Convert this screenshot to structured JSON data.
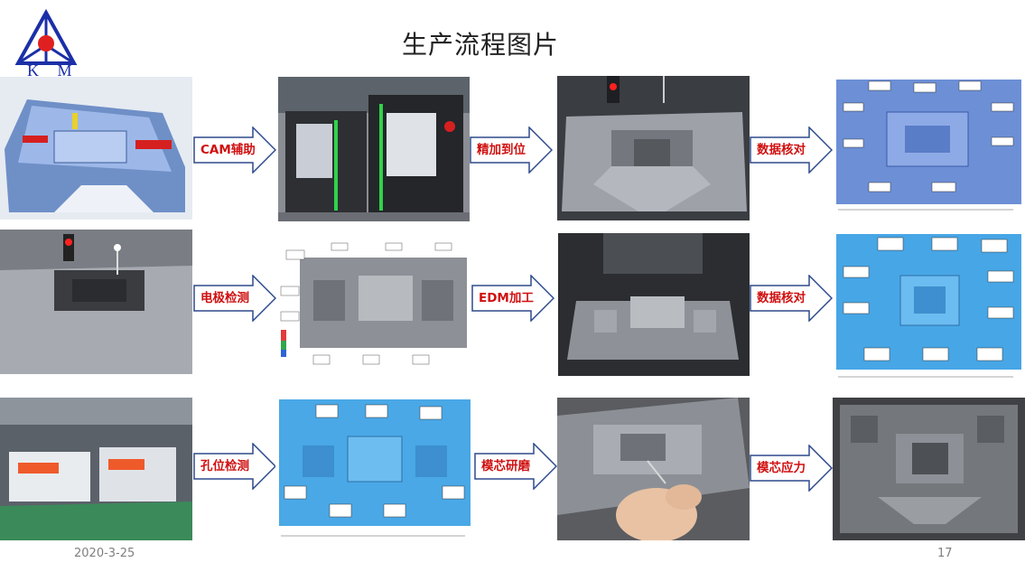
{
  "slide": {
    "title": "生产流程图片",
    "date": "2020-3-25",
    "page_number": "17",
    "logo_text": "K M"
  },
  "steps": [
    {
      "label": "CAM辅助"
    },
    {
      "label": "精加到位"
    },
    {
      "label": "数据核对"
    },
    {
      "label": "电极检测"
    },
    {
      "label": "EDM加工"
    },
    {
      "label": "数据核对"
    },
    {
      "label": "孔位检测"
    },
    {
      "label": "模芯研磨"
    },
    {
      "label": "模芯应力"
    }
  ],
  "photos": [
    {
      "icon": "cam-mold-3d-model"
    },
    {
      "icon": "cnc-machines"
    },
    {
      "icon": "machined-mold-probe"
    },
    {
      "icon": "blue-inspection-report"
    },
    {
      "icon": "electrode-on-cmm"
    },
    {
      "icon": "electrode-inspection-report"
    },
    {
      "icon": "edm-machined-core"
    },
    {
      "icon": "blue-inspection-report"
    },
    {
      "icon": "wire-edm-workshop"
    },
    {
      "icon": "hole-position-report"
    },
    {
      "icon": "hand-polishing-core"
    },
    {
      "icon": "stress-relieved-core"
    }
  ],
  "colors": {
    "arrow_fill": "#ffffff",
    "arrow_stroke": "#2e4a8c",
    "label_red": "#d01010",
    "logo_blue": "#1b2fa8",
    "logo_red": "#e02020"
  }
}
